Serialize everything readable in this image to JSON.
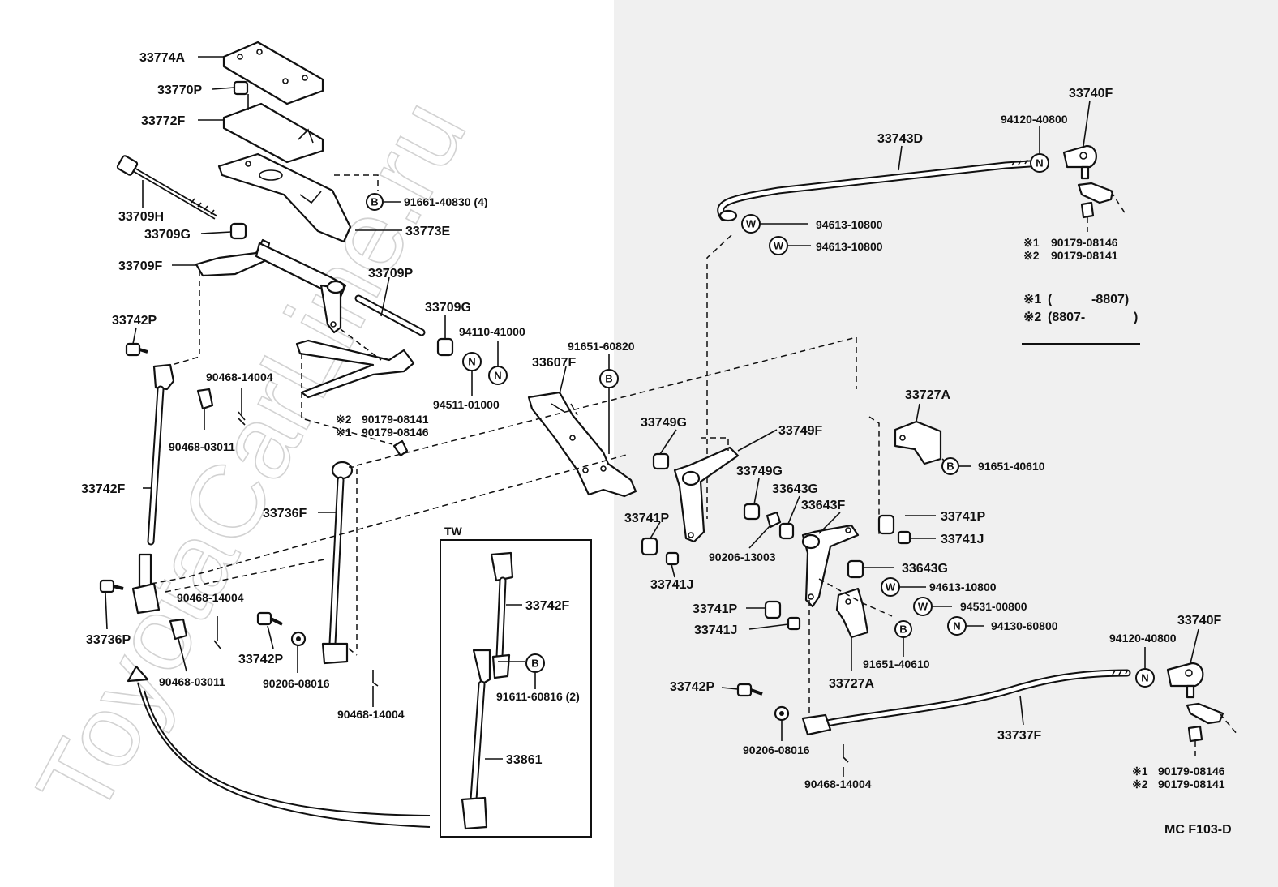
{
  "watermark": "ToyotaCarLine.ru",
  "tw_box_title": "TW",
  "diagram_code": "MC F103-D",
  "note_legend": {
    "line1_mark": "※1",
    "line1_open": "(",
    "line1_value": "-8807)",
    "line2_mark": "※2",
    "line2_value": "(8807-",
    "line2_close": ")"
  },
  "badge_letters": {
    "b": "B",
    "n": "N",
    "w": "W"
  },
  "labels": {
    "p33774A": "33774A",
    "p33770P": "33770P",
    "p33772F": "33772F",
    "p33709H": "33709H",
    "p33709G_top": "33709G",
    "p33709F": "33709F",
    "p91661_40830": "91661-40830 (4)",
    "p33773E": "33773E",
    "p33709P": "33709P",
    "p33709G_mid": "33709G",
    "p94110_41000": "94110-41000",
    "p94511_01000": "94511-01000",
    "p91651_60820": "91651-60820",
    "p33607F": "33607F",
    "p33742P_left": "33742P",
    "p90468_14004_a": "90468-14004",
    "p90468_03011_a": "90468-03011",
    "p90179_08141_l": "90179-08141",
    "p90179_08146_l": "90179-08146",
    "p33742F_left": "33742F",
    "p33736F": "33736F",
    "p33736P": "33736P",
    "p90468_14004_b": "90468-14004",
    "p90468_03011_b": "90468-03011",
    "p33742P_mid": "33742P",
    "p90206_08016_a": "90206-08016",
    "p90468_14004_c": "90468-14004",
    "p33742F_tw": "33742F",
    "p91611_60816": "91611-60816 (2)",
    "p33861": "33861",
    "p33743D": "33743D",
    "p94120_40800_top": "94120-40800",
    "p33740F_top": "33740F",
    "p94613_10800_a": "94613-10800",
    "p94613_10800_b": "94613-10800",
    "p90179_08146_r1": "90179-08146",
    "p90179_08141_r1": "90179-08141",
    "p33727A_top": "33727A",
    "p91651_40610_a": "91651-40610",
    "p33749G_a": "33749G",
    "p33749F": "33749F",
    "p33749G_b": "33749G",
    "p33643G_a": "33643G",
    "p33643F": "33643F",
    "p33741P_a": "33741P",
    "p33741P_b": "33741P",
    "p33741J_a": "33741J",
    "p90206_13003": "90206-13003",
    "p33741J_b": "33741J",
    "p33643G_b": "33643G",
    "p94613_10800_c": "94613-10800",
    "p94531_00800": "94531-00800",
    "p94130_60800": "94130-60800",
    "p33741P_c": "33741P",
    "p33741J_c": "33741J",
    "p91651_40610_b": "91651-40610",
    "p33727A_bot": "33727A",
    "p94120_40800_bot": "94120-40800",
    "p33740F_bot": "33740F",
    "p33742P_right": "33742P",
    "p90206_08016_b": "90206-08016",
    "p33737F": "33737F",
    "p90468_14004_d": "90468-14004",
    "p90179_08146_r2": "90179-08146",
    "p90179_08141_r2": "90179-08141",
    "mark1": "※1",
    "mark2": "※2"
  }
}
